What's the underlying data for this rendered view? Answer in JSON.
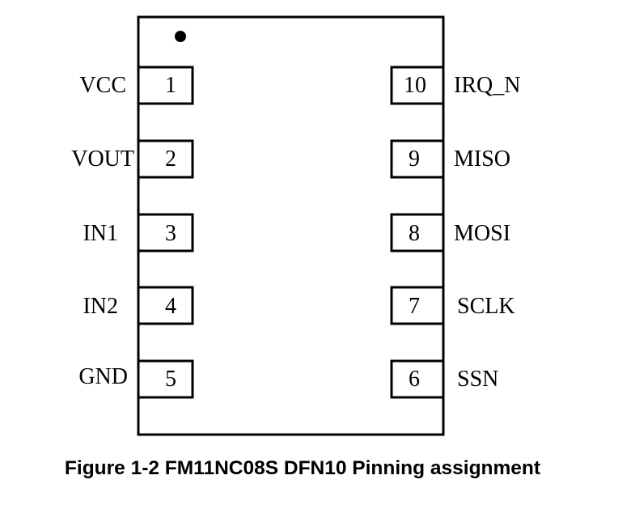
{
  "chip": {
    "left_pins": [
      {
        "number": "1",
        "label": "VCC"
      },
      {
        "number": "2",
        "label": "VOUT"
      },
      {
        "number": "3",
        "label": "IN1"
      },
      {
        "number": "4",
        "label": "IN2"
      },
      {
        "number": "5",
        "label": "GND"
      }
    ],
    "right_pins": [
      {
        "number": "10",
        "label": "IRQ_N"
      },
      {
        "number": "9",
        "label": "MISO"
      },
      {
        "number": "8",
        "label": "MOSI"
      },
      {
        "number": "7",
        "label": "SCLK"
      },
      {
        "number": "6",
        "label": "SSN"
      }
    ]
  },
  "caption": "Figure 1-2 FM11NC08S DFN10 Pinning assignment"
}
